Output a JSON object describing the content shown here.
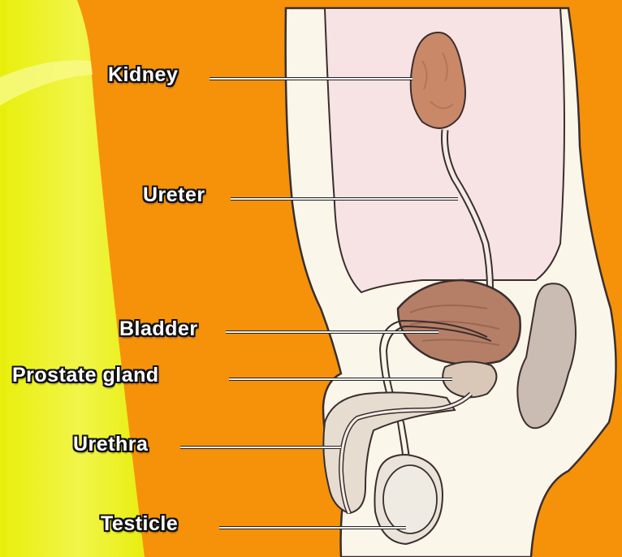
{
  "labels": {
    "kidney": "Kidney",
    "ureter": "Ureter",
    "bladder": "Bladder",
    "prostate": "Prostate gland",
    "urethra": "Urethra",
    "testicle": "Testicle"
  },
  "colors": {
    "background": "#f5920a",
    "yellow_panel": "#e9f00f",
    "body_fill": "#fbf6ea",
    "cavity_fill": "#f7e3e3",
    "kidney": "#c98867",
    "bladder": "#b57f67",
    "prostate": "#d9c8b8",
    "rectum": "#cbbcb3"
  }
}
